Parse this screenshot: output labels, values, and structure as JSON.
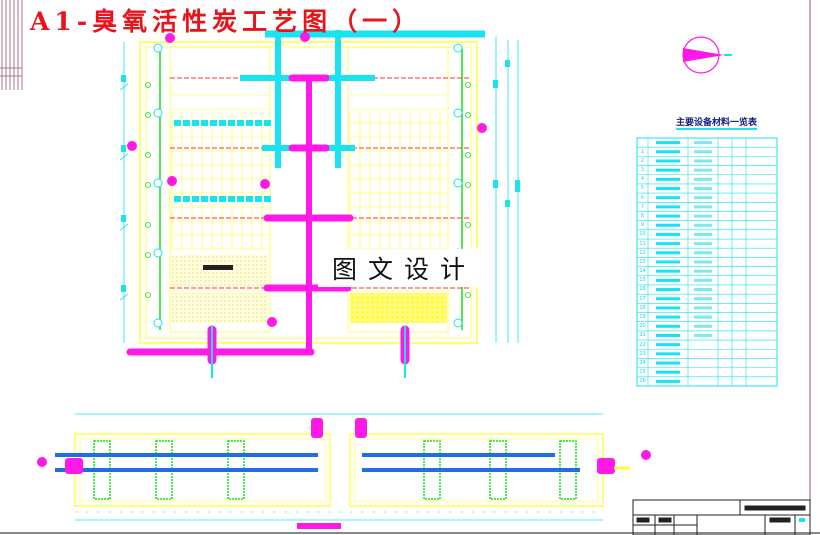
{
  "drawing": {
    "title": "A1-臭氧活性炭工艺图（一）",
    "watermark": "图文设计",
    "equipment_table": {
      "title": "主要设备材料一览表",
      "row_numbers": [
        "1",
        "2",
        "3",
        "4",
        "5",
        "6",
        "7",
        "8",
        "9",
        "10",
        "11",
        "12",
        "13",
        "14",
        "15",
        "16",
        "17",
        "18",
        "19",
        "20",
        "21",
        "22",
        "23",
        "24",
        "25",
        "26"
      ]
    },
    "colors": {
      "structure": "#ffff33",
      "dimension": "#19e3f0",
      "ozone_pipe": "#ff19e6",
      "water_pipe": "#19e3f0",
      "section_pipe": "#1f6fe0",
      "title_text": "#e8141b",
      "centerline": "#ff3030",
      "green_detail": "#19e019"
    },
    "icons": [
      "north-arrow-icon"
    ]
  }
}
